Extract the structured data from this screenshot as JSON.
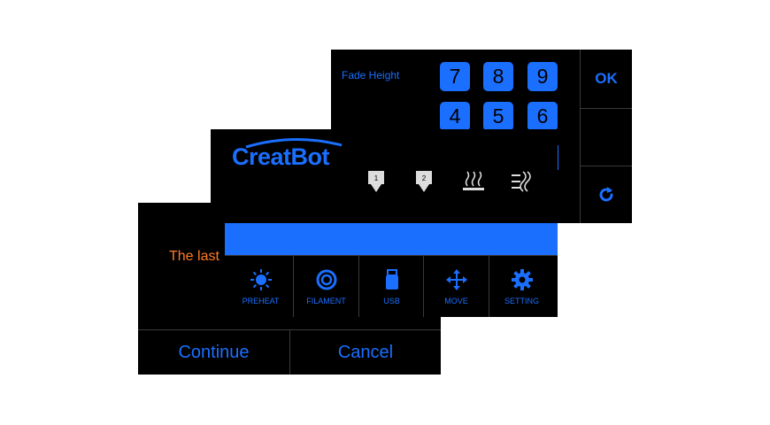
{
  "keypad": {
    "fade_label": "Fade Height",
    "keys": [
      "7",
      "8",
      "9",
      "4",
      "5",
      "6"
    ],
    "ok_label": "OK"
  },
  "main": {
    "logo_text": "CreatBot",
    "status_icons": [
      "extruder-1-icon",
      "extruder-2-icon",
      "heated-bed-icon",
      "fan-icon"
    ],
    "menu": [
      {
        "label": "PREHEAT",
        "icon": "sun-icon"
      },
      {
        "label": "FILAMENT",
        "icon": "target-icon"
      },
      {
        "label": "USB",
        "icon": "usb-icon"
      },
      {
        "label": "MOVE",
        "icon": "move-arrows-icon"
      },
      {
        "label": "SETTING",
        "icon": "gear-icon"
      }
    ]
  },
  "dialog": {
    "message": "The last",
    "continue_label": "Continue",
    "cancel_label": "Cancel"
  },
  "colors": {
    "accent": "#1a6fff",
    "warning": "#ff7b24",
    "background": "#000000"
  }
}
